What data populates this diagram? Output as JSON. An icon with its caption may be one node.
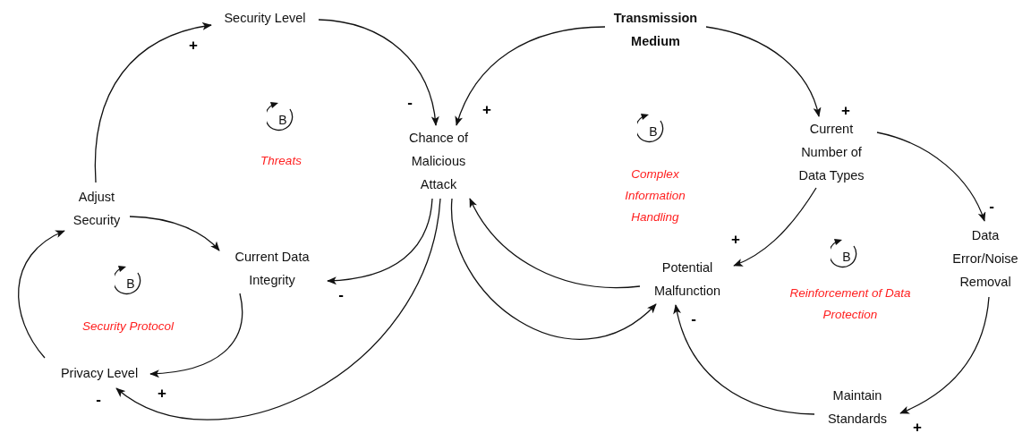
{
  "diagram": {
    "nodes": [
      {
        "text": [
          "Security Level"
        ]
      },
      {
        "text": [
          "Transmission Medium"
        ]
      },
      {
        "text": [
          "Chance of Malicious Attack"
        ]
      },
      {
        "text": [
          "Current Number of Data Types"
        ]
      },
      {
        "text": [
          "Adjust Security"
        ]
      },
      {
        "text": [
          "Current Data Integrity"
        ]
      },
      {
        "text": [
          "Potential Malfunction"
        ]
      },
      {
        "text": [
          "Data Error/Noise Removal"
        ]
      },
      {
        "text": [
          "Privacy Level"
        ]
      },
      {
        "text": [
          "Maintain Standards"
        ]
      }
    ],
    "edges": [
      {
        "from": 4,
        "to": 0,
        "arrow": "to",
        "label": "+"
      },
      {
        "from": 0,
        "to": 2,
        "arrow": "to",
        "label": "-"
      },
      {
        "from": 1,
        "to": 2,
        "arrow": "to",
        "label": "+"
      },
      {
        "from": 1,
        "to": 3,
        "arrow": "to",
        "label": "+"
      },
      {
        "from": 2,
        "to": 5,
        "arrow": "to",
        "label": "-"
      },
      {
        "from": 2,
        "to": 8,
        "arrow": "to",
        "label": "-"
      },
      {
        "from": 4,
        "to": 5,
        "arrow": "to"
      },
      {
        "from": 5,
        "to": 8,
        "arrow": "to",
        "label": "+"
      },
      {
        "from": 8,
        "to": 4,
        "arrow": "to"
      },
      {
        "from": 2,
        "to": 6,
        "arrow": "to"
      },
      {
        "from": 6,
        "to": 2,
        "arrow": "to"
      },
      {
        "from": 3,
        "to": 6,
        "arrow": "to",
        "label": "+"
      },
      {
        "from": 3,
        "to": 7,
        "arrow": "to",
        "label": "-"
      },
      {
        "from": 7,
        "to": 9,
        "arrow": "to",
        "label": "+"
      },
      {
        "from": 9,
        "to": 6,
        "arrow": "to",
        "label": "-"
      }
    ],
    "labels": [
      "B",
      "Threats",
      "B",
      "Complex Information Handling",
      "B",
      "Reinforcement of Data Protection",
      "B",
      "Security Protocol"
    ]
  }
}
